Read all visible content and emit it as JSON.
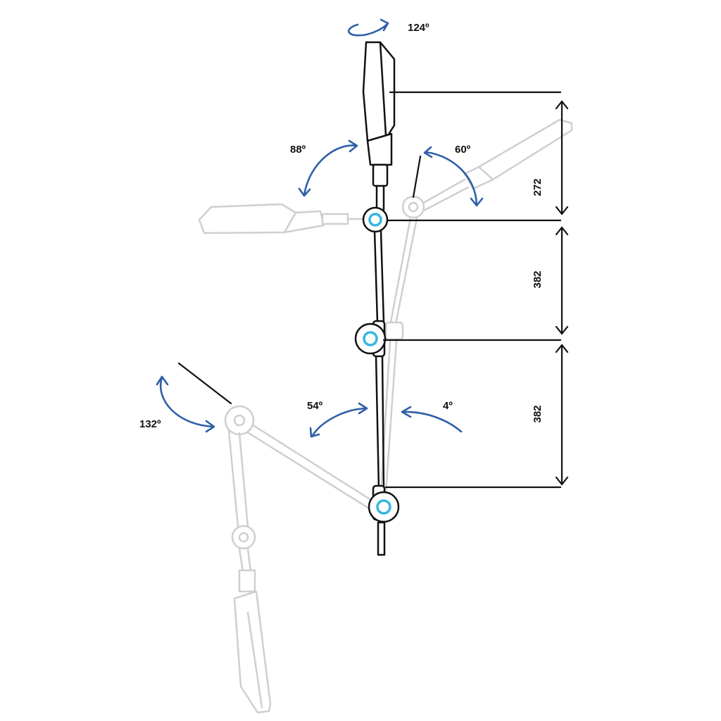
{
  "diagram": {
    "rotation_labels": {
      "head_swivel": "124º",
      "head_tilt_left": "88º",
      "head_tilt_right": "60º",
      "lower_arm_left": "54º",
      "lower_arm_right": "4º",
      "base_joint": "132º"
    },
    "dimensions": {
      "head_segment": "272",
      "upper_arm": "382",
      "lower_arm": "382"
    },
    "colors": {
      "arrow": "#2f5fa7",
      "joint_ring": "#36b6e3",
      "ink": "#111111",
      "ghost": "#cfcfcf"
    }
  }
}
